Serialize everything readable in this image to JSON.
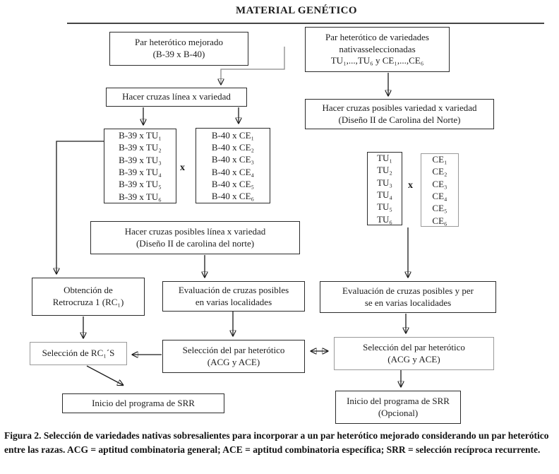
{
  "title": "MATERIAL GENÉTICO",
  "flowchart": {
    "par_mejorado": {
      "line1": "Par heterótico mejorado",
      "line2": "(B-39 x B-40)"
    },
    "par_nativas": {
      "line1": "Par heterótico de variedades",
      "line2": "nativasseleccionadas",
      "line3": "TU₁,...,TU₆ y CE₁,...,CE₆"
    },
    "hacer_cruzas_linea": {
      "line1": "Hacer cruzas línea x variedad"
    },
    "hacer_cruzas_variedad": {
      "line1": "Hacer cruzas posibles variedad x variedad",
      "line2": "(Diseño II de Carolina del Norte)"
    },
    "b39_list": {
      "items": [
        "B-39 x TU₁",
        "B-39 x TU₂",
        "B-39 x TU₃",
        "B-39 x TU₄",
        "B-39 x TU₅",
        "B-39 x TU₆"
      ]
    },
    "cross_left": "x",
    "b40_list": {
      "items": [
        "B-40 x CE₁",
        "B-40 x CE₂",
        "B-40 x CE₃",
        "B-40 x CE₄",
        "B-40 x CE₅",
        "B-40 x CE₆"
      ]
    },
    "tu_list": {
      "items": [
        "TU₁",
        "TU₂",
        "TU₃",
        "TU₄",
        "TU₅",
        "TU₆"
      ]
    },
    "cross_right": "x",
    "ce_list": {
      "items": [
        "CE₁",
        "CE₂",
        "CE₃",
        "CE₄",
        "CE₅",
        "CE₆"
      ]
    },
    "hacer_posibles_linea": {
      "line1": "Hacer cruzas posibles línea x variedad",
      "line2": "(Diseño II  de carolina del norte)"
    },
    "obtencion": {
      "line1": "Obtención de",
      "line2": "Retrocruza 1 (RC₁)"
    },
    "eval_mid": {
      "line1": "Evaluación de cruzas posibles",
      "line2": "en varias localidades"
    },
    "eval_right": {
      "line1": "Evaluación de cruzas posibles y per",
      "line2": "se en varias localidades"
    },
    "sel_rc": {
      "line1": "Selección de RC₁´S"
    },
    "sel_mid": {
      "line1": "Selección del par heterótico",
      "line2": "(ACG y ACE)"
    },
    "sel_right": {
      "line1": "Selección del par heterótico",
      "line2": "(ACG y ACE)"
    },
    "inicio_left": {
      "line1": "Inicio del programa de SRR"
    },
    "inicio_right": {
      "line1": "Inicio del programa de SRR",
      "line2": "(Opcional)"
    }
  },
  "caption": "Figura 2. Selección de variedades nativas sobresalientes para incorporar a un par heterótico mejorado considerando un par heterótico entre las razas. ACG = aptitud combinatoria general; ACE = aptitud combinatoria específica; SRR = selección recíproca recurrente.",
  "colors": {
    "text": "#1c1c1c",
    "box_border": "#2b2b2b",
    "box_border_gray": "#9a9a9a",
    "connector": "#1a1a1a",
    "connector_gray": "#8a8a8a",
    "divider": "#454545",
    "background": "#ffffff"
  }
}
